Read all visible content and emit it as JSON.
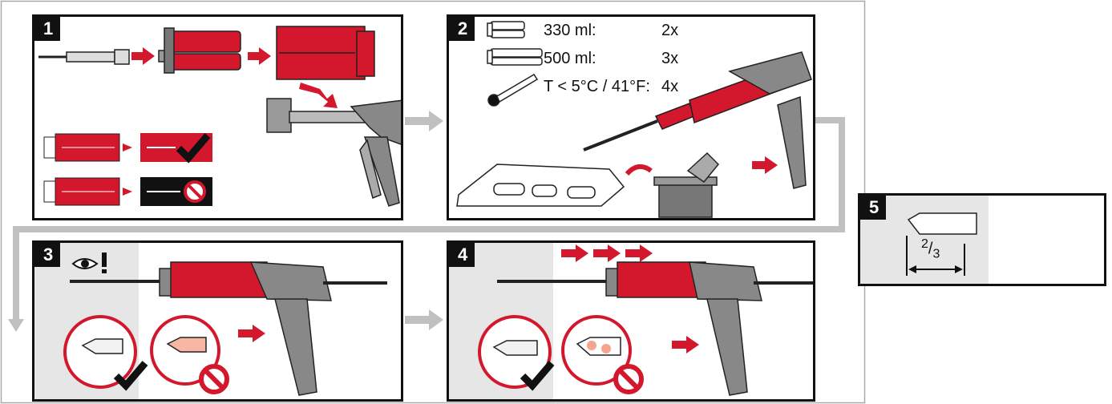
{
  "colors": {
    "accent_red": "#d3182d",
    "frame": "#111111",
    "concrete": "#e8e8e8",
    "arrow_gray": "#bdbdbd"
  },
  "steps": [
    {
      "number": "1"
    },
    {
      "number": "2",
      "specs": [
        {
          "icon": "small-cartridge-icon",
          "size": "330 ml:",
          "count": "2x"
        },
        {
          "icon": "large-cartridge-icon",
          "size": "500 ml:",
          "count": "3x"
        },
        {
          "icon": "thermometer-icon",
          "size": "T < 5°C / 41°F:",
          "count": "4x"
        }
      ]
    },
    {
      "number": "3"
    },
    {
      "number": "4"
    },
    {
      "number": "5",
      "depth_fraction": {
        "numerator": "2",
        "denominator": "3"
      }
    }
  ]
}
